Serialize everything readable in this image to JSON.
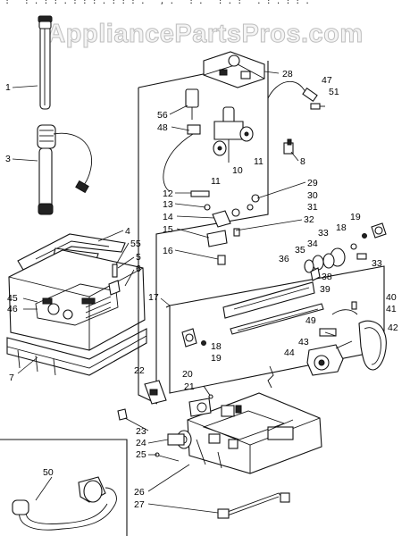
{
  "watermark": "AppliancePartsPros.com",
  "diagram": {
    "labels": [
      "1",
      "3",
      "4",
      "55",
      "5",
      "6",
      "45",
      "46",
      "7",
      "56",
      "48",
      "28",
      "47",
      "51",
      "10",
      "11",
      "11",
      "8",
      "29",
      "12",
      "13",
      "30",
      "31",
      "14",
      "32",
      "15",
      "16",
      "17",
      "19",
      "18",
      "33",
      "35",
      "34",
      "36",
      "38",
      "39",
      "33",
      "18",
      "19",
      "40",
      "41",
      "42",
      "49",
      "43",
      "44",
      "20",
      "21",
      "22",
      "23",
      "24",
      "25",
      "26",
      "27",
      "50"
    ]
  }
}
